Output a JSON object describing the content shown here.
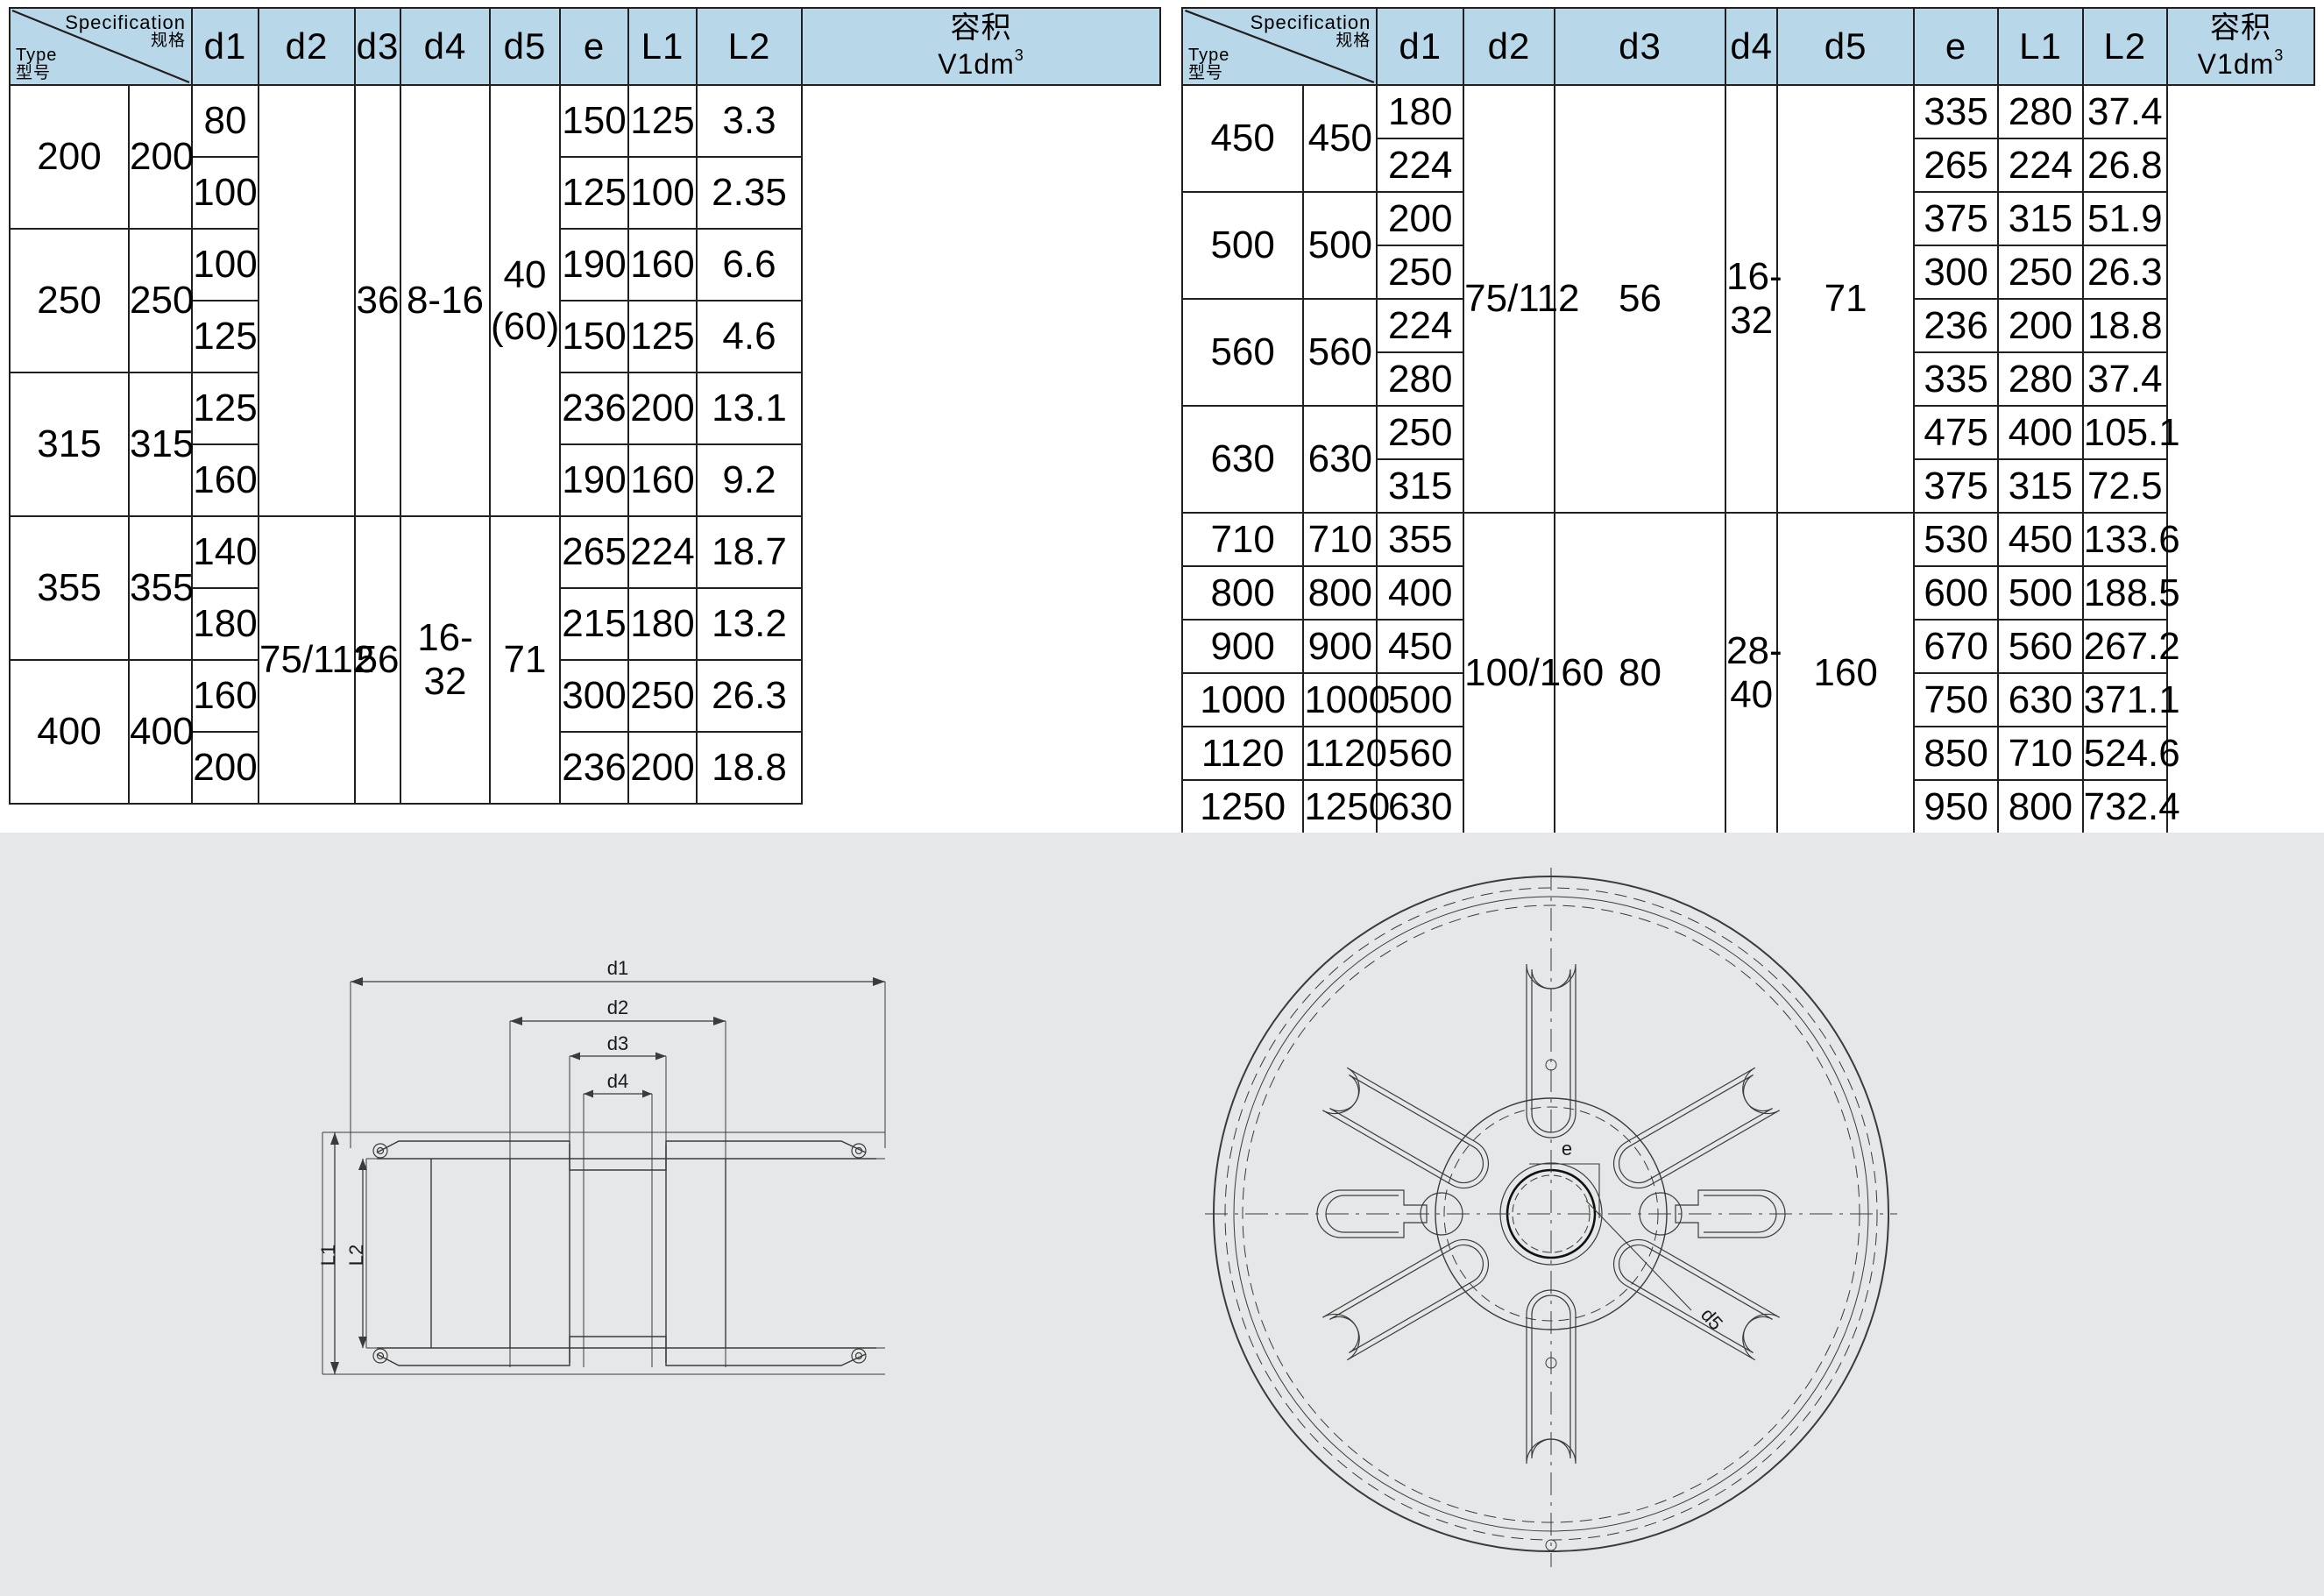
{
  "header": {
    "corner": {
      "type_en": "Type",
      "type_cn": "型号",
      "spec_en": "Specification",
      "spec_cn": "规格"
    },
    "columns": [
      "d1",
      "d2",
      "d3",
      "d4",
      "d5",
      "e",
      "L1",
      "L2"
    ],
    "volume": {
      "cn": "容积",
      "unit": "V1dm",
      "sup": "3"
    }
  },
  "tables": {
    "left": {
      "groups": [
        {
          "type": "200",
          "d1": "200",
          "rows": [
            {
              "d2": "80",
              "L1": "150",
              "L2": "125",
              "v": "3.3"
            },
            {
              "d2": "100",
              "L1": "125",
              "L2": "100",
              "v": "2.35"
            }
          ]
        },
        {
          "type": "250",
          "d1": "250",
          "rows": [
            {
              "d2": "100",
              "L1": "190",
              "L2": "160",
              "v": "6.6"
            },
            {
              "d2": "125",
              "L1": "150",
              "L2": "125",
              "v": "4.6"
            }
          ]
        },
        {
          "type": "315",
          "d1": "315",
          "rows": [
            {
              "d2": "125",
              "L1": "236",
              "L2": "200",
              "v": "13.1"
            },
            {
              "d2": "160",
              "L1": "190",
              "L2": "160",
              "v": "9.2"
            }
          ]
        },
        {
          "type": "355",
          "d1": "355",
          "rows": [
            {
              "d2": "140",
              "L1": "265",
              "L2": "224",
              "v": "18.7"
            },
            {
              "d2": "180",
              "L1": "215",
              "L2": "180",
              "v": "13.2"
            }
          ]
        },
        {
          "type": "400",
          "d1": "400",
          "rows": [
            {
              "d2": "160",
              "L1": "300",
              "L2": "250",
              "v": "26.3"
            },
            {
              "d2": "200",
              "L1": "236",
              "L2": "200",
              "v": "18.8"
            }
          ]
        }
      ],
      "blocks": [
        {
          "d3": "",
          "d4": "36",
          "d5": "8-16",
          "e": "40\n(60)",
          "e_line1": "40",
          "e_line2": "(60)",
          "span": 6
        },
        {
          "d3": "75/112",
          "d4": "56",
          "d5": "16-32",
          "e": "71",
          "e_line1": "71",
          "e_line2": "",
          "span": 4
        }
      ]
    },
    "right": {
      "groups": [
        {
          "type": "450",
          "d1": "450",
          "rows": [
            {
              "d2": "180",
              "L1": "335",
              "L2": "280",
              "v": "37.4"
            },
            {
              "d2": "224",
              "L1": "265",
              "L2": "224",
              "v": "26.8"
            }
          ]
        },
        {
          "type": "500",
          "d1": "500",
          "rows": [
            {
              "d2": "200",
              "L1": "375",
              "L2": "315",
              "v": "51.9"
            },
            {
              "d2": "250",
              "L1": "300",
              "L2": "250",
              "v": "26.3"
            }
          ]
        },
        {
          "type": "560",
          "d1": "560",
          "rows": [
            {
              "d2": "224",
              "L1": "236",
              "L2": "200",
              "v": "18.8"
            },
            {
              "d2": "280",
              "L1": "335",
              "L2": "280",
              "v": "37.4"
            }
          ]
        },
        {
          "type": "630",
          "d1": "630",
          "rows": [
            {
              "d2": "250",
              "L1": "475",
              "L2": "400",
              "v": "105.1"
            },
            {
              "d2": "315",
              "L1": "375",
              "L2": "315",
              "v": "72.5"
            }
          ]
        },
        {
          "type": "710",
          "d1": "710",
          "rows": [
            {
              "d2": "355",
              "L1": "530",
              "L2": "450",
              "v": "133.6"
            }
          ]
        },
        {
          "type": "800",
          "d1": "800",
          "rows": [
            {
              "d2": "400",
              "L1": "600",
              "L2": "500",
              "v": "188.5"
            }
          ]
        },
        {
          "type": "900",
          "d1": "900",
          "rows": [
            {
              "d2": "450",
              "L1": "670",
              "L2": "560",
              "v": "267.2"
            }
          ]
        },
        {
          "type": "1000",
          "d1": "1000",
          "rows": [
            {
              "d2": "500",
              "L1": "750",
              "L2": "630",
              "v": "371.1"
            }
          ]
        },
        {
          "type": "1120",
          "d1": "1120",
          "rows": [
            {
              "d2": "560",
              "L1": "850",
              "L2": "710",
              "v": "524.6"
            }
          ]
        },
        {
          "type": "1250",
          "d1": "1250",
          "rows": [
            {
              "d2": "630",
              "L1": "950",
              "L2": "800",
              "v": "732.4"
            }
          ]
        }
      ],
      "blocks": [
        {
          "d3": "75/112",
          "d4": "56",
          "d5": "16-32",
          "e": "71",
          "span": 8
        },
        {
          "d3": "100/160",
          "d4": "80",
          "d5": "28-40",
          "e": "160",
          "span": 6
        }
      ]
    }
  },
  "drawings": {
    "side_view": {
      "labels": [
        "d1",
        "d2",
        "d3",
        "d4",
        "L1",
        "L2"
      ]
    },
    "front_view": {
      "labels": [
        "e",
        "d5"
      ]
    }
  },
  "colors": {
    "header_fill": "#b8d7e8",
    "border": "#231f20",
    "page_bg": "#e6e7e8",
    "table_bg": "#ffffff",
    "drawing_line": "#3b3b3b"
  }
}
